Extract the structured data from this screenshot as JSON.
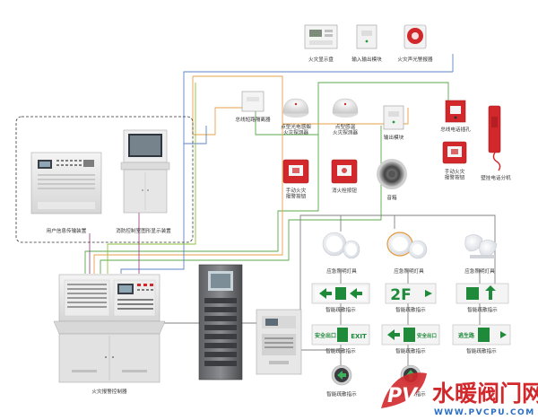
{
  "colors": {
    "wire_green": "#5aa84a",
    "wire_orange": "#e7a04a",
    "wire_blue": "#5b86c4",
    "wire_purple": "#a04a8a",
    "accent_red": "#d2282b",
    "sign_green": "#1e8a3a"
  },
  "labels": {
    "fire_display": "火灾显示盘",
    "io_module": "输入输出模块",
    "sound_light": "火灾声光警报器",
    "bus_isolator": "总线短路隔离器",
    "smoke_detector": "点型光电感烟\n火灾探测器",
    "heat_detector": "点型感温\n火灾探测器",
    "output_module": "输出模块",
    "bus_phone_jack": "总线电话插孔",
    "manual_alarm_left": "手动火灾\n报警按钮",
    "hydrant_button": "消火栓按钮",
    "speaker": "音箱",
    "manual_alarm_right": "手动火灾\n报警按钮",
    "fire_phone": "壁挂电话分机",
    "info_transfer": "用户信息传输装置",
    "graphic_display": "消防控制室图形显示装置",
    "emergency_light_1": "应急照明灯具",
    "emergency_light_2": "应急照明灯具",
    "emergency_light_3": "应急照明灯具",
    "evac_sign_1": "智能疏散指示",
    "evac_sign_2": "智能疏散指示",
    "evac_sign_3": "智能疏散指示",
    "evac_sign_4": "智能疏散指示",
    "evac_sign_5": "智能疏散指示",
    "evac_sign_6": "智能疏散指示",
    "ground_sign_1": "智能疏散指示",
    "ground_sign_2": "智能疏散指示",
    "alarm_controller": "火灾报警控制器"
  },
  "signs": {
    "floor": "2F",
    "exit_cn": "安全出口",
    "exit_en": "EXIT",
    "escape": "逃生路",
    "fire_exit": "安全出口"
  },
  "watermark": {
    "brand": "水暖阀门网",
    "url": "WWW.PVCPU.COM",
    "logo_letters": "PV"
  }
}
